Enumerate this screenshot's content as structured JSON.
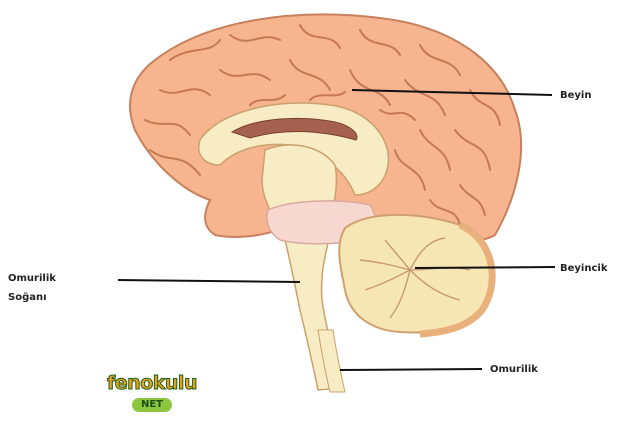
{
  "diagram": {
    "labels": {
      "beyin": "Beyin",
      "beyincik": "Beyincik",
      "omurilik": "Omurilik",
      "omurilik_sogani_line1": "Omurilik",
      "omurilik_sogani_line2": "Soğanı"
    },
    "logo": {
      "main": "fenokulu",
      "suffix": "NET"
    },
    "colors": {
      "cortex": "#f6b48f",
      "cortex_outline": "#c9805d",
      "brainstem": "#f8ecc4",
      "cerebellum": "#f6e6b4",
      "pons": "#f7d8d0",
      "leader_line": "#111111"
    }
  }
}
